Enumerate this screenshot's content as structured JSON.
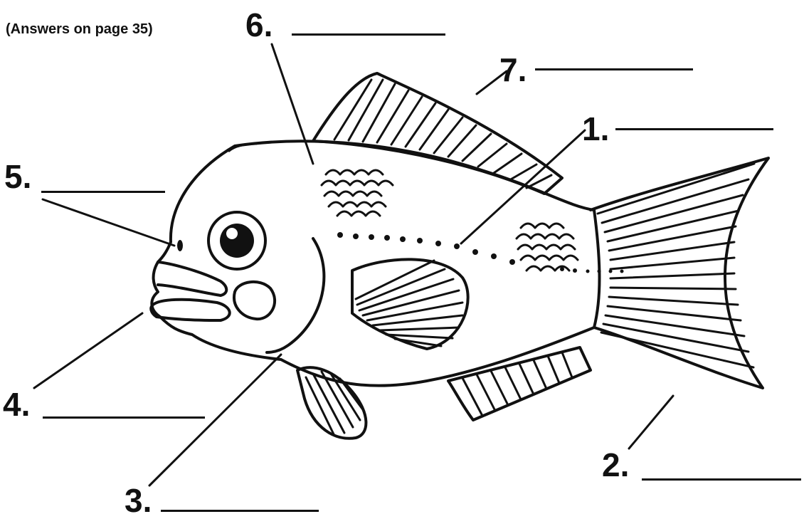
{
  "header": {
    "note": "(Answers on page 35)"
  },
  "labels": [
    {
      "id": "1",
      "text": "1."
    },
    {
      "id": "2",
      "text": "2."
    },
    {
      "id": "3",
      "text": "3."
    },
    {
      "id": "4",
      "text": "4."
    },
    {
      "id": "5",
      "text": "5."
    },
    {
      "id": "6",
      "text": "6."
    },
    {
      "id": "7",
      "text": "7."
    }
  ]
}
